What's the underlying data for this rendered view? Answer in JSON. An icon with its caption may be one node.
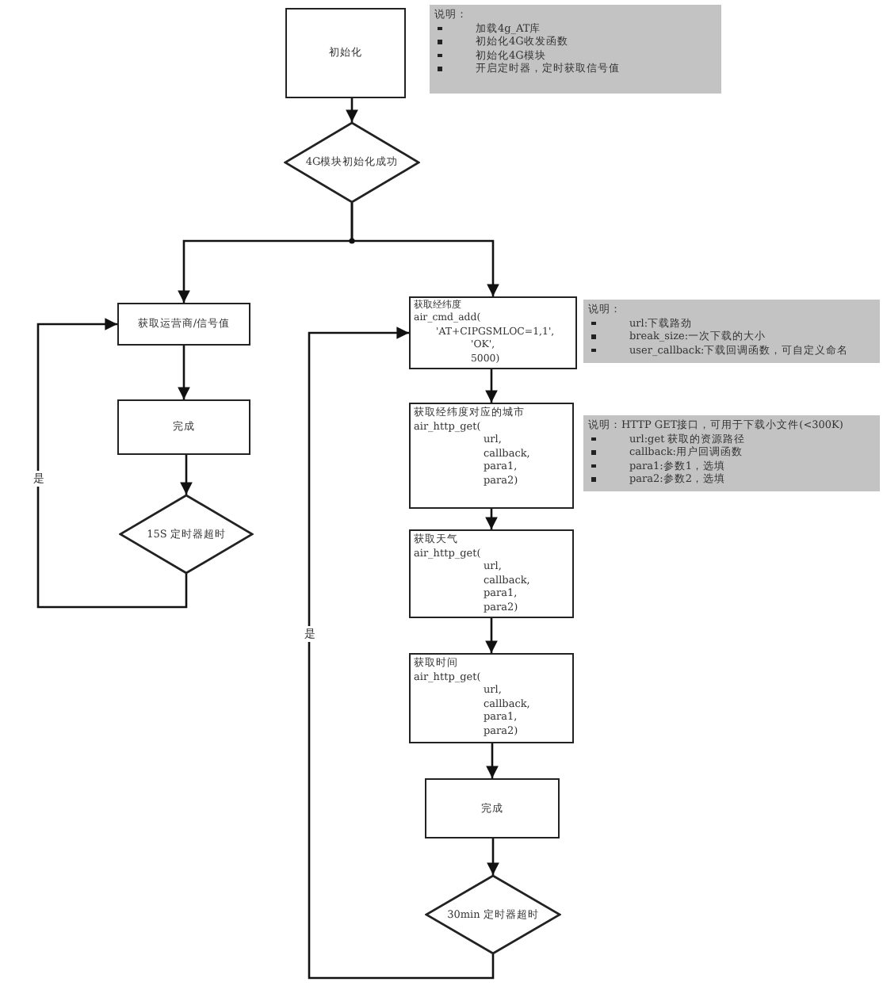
{
  "diagram": {
    "nodes": [
      {
        "text": [
          "初始化"
        ]
      },
      {
        "text": [
          "4G模块初始化成功"
        ]
      },
      {
        "text": [
          "获取运营商/信号值"
        ]
      },
      {
        "text": [
          "完成"
        ]
      },
      {
        "text": [
          "15S 定时器超时"
        ]
      },
      {
        "text": [
          "获取经纬度",
          "air_cmd_add(",
          "'AT+CIPGSMLOC=1,1',",
          "'OK',",
          "5000)"
        ]
      },
      {
        "text": [
          "获取经纬度对应的城市",
          "air_http_get(",
          "url,",
          "callback,",
          "para1,",
          "para2)"
        ]
      },
      {
        "text": [
          "获取天气",
          "air_http_get(",
          "url,",
          "callback,",
          "para1,",
          "para2)"
        ]
      },
      {
        "text": [
          "获取时间",
          "air_http_get(",
          "url,",
          "callback,",
          "para1,",
          "para2)"
        ]
      },
      {
        "text": [
          "完成"
        ]
      },
      {
        "text": [
          "30min 定时器超时"
        ]
      },
      {
        "text": [
          "说明：",
          "加载4g_AT库",
          "初始化4G收发函数",
          "初始化4G模块",
          "开启定时器，定时获取信号值"
        ]
      },
      {
        "text": [
          "说明：",
          "url:下载路劲",
          "break_size:一次下载的大小",
          "user_callback:下载回调函数，可自定义命名"
        ]
      },
      {
        "text": [
          "说明：HTTP GET接口，可用于下载小文件(<300K)",
          "url:get 获取的资源路径",
          "callback:用户回调函数",
          "para1:参数1，选填",
          "para2:参数2，选填"
        ]
      }
    ],
    "edges": [
      {
        "from": 0,
        "to": 1,
        "arrow": "to"
      },
      {
        "from": 1,
        "to": 2,
        "arrow": "to"
      },
      {
        "from": 1,
        "to": 5,
        "arrow": "to"
      },
      {
        "from": 2,
        "to": 3,
        "arrow": "to"
      },
      {
        "from": 3,
        "to": 4,
        "arrow": "to"
      },
      {
        "from": 4,
        "to": 2,
        "arrow": "to",
        "label": "是"
      },
      {
        "from": 5,
        "to": 6,
        "arrow": "to"
      },
      {
        "from": 6,
        "to": 7,
        "arrow": "to"
      },
      {
        "from": 7,
        "to": 8,
        "arrow": "to"
      },
      {
        "from": 8,
        "to": 9,
        "arrow": "to"
      },
      {
        "from": 9,
        "to": 10,
        "arrow": "to"
      },
      {
        "from": 10,
        "to": 5,
        "arrow": "to",
        "label": "是"
      }
    ]
  }
}
